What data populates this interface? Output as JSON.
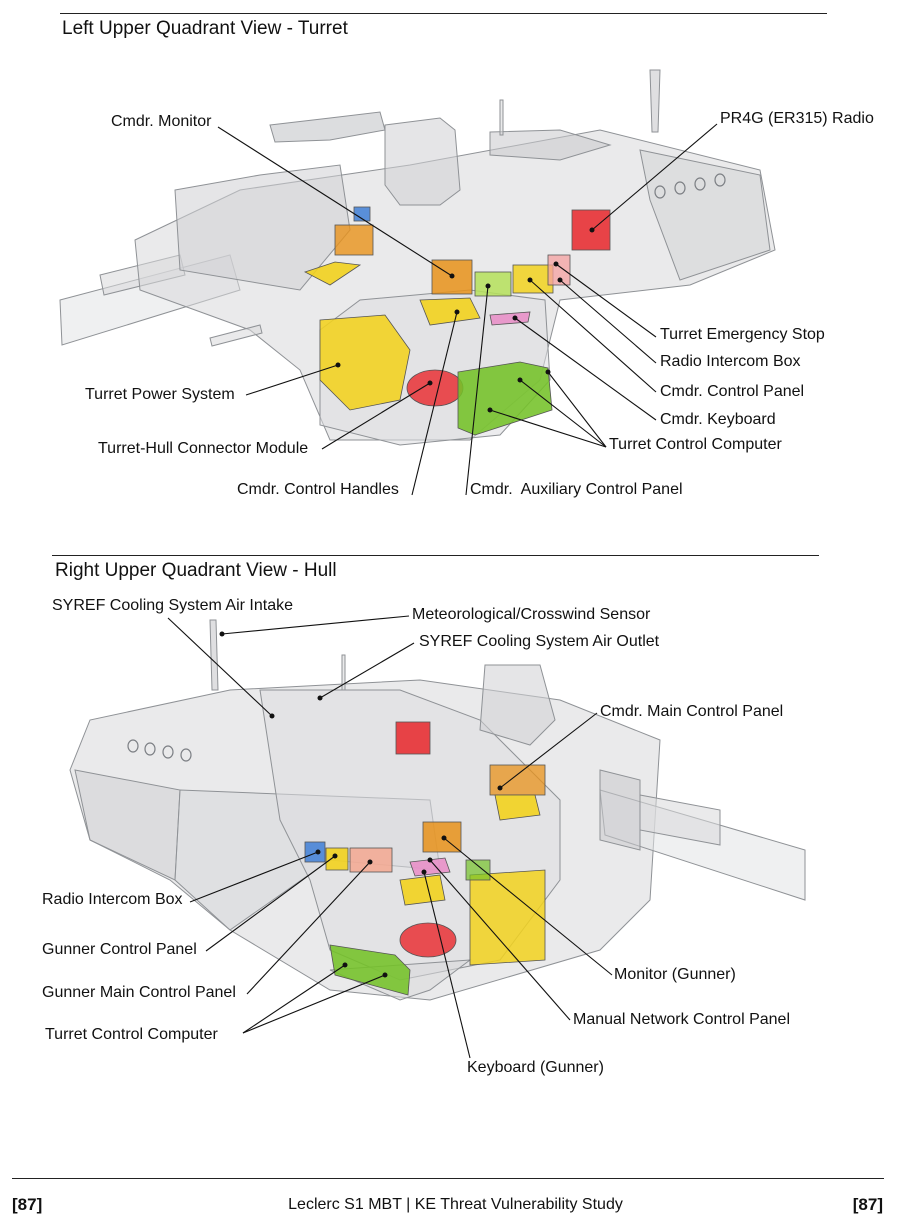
{
  "sections": [
    {
      "title": "Left Upper Quadrant View - Turret",
      "labels": {
        "cmdr_monitor": "Cmdr. Monitor",
        "pr4g_radio": "PR4G (ER315) Radio",
        "turret_emergency_stop": "Turret Emergency Stop",
        "radio_intercom_box": "Radio Intercom Box",
        "cmdr_control_panel": "Cmdr. Control Panel",
        "cmdr_keyboard": "Cmdr. Keyboard",
        "turret_control_computer": "Turret Control Computer",
        "turret_power_system": "Turret Power System",
        "turret_hull_connector": "Turret-Hull Connector Module",
        "cmdr_control_handles": "Cmdr. Control Handles",
        "cmdr_aux_panel": "Cmdr.  Auxiliary Control Panel"
      }
    },
    {
      "title": "Right Upper Quadrant View - Hull",
      "labels": {
        "syref_intake": "SYREF Cooling System Air Intake",
        "met_sensor": "Meteorological/Crosswind Sensor",
        "syref_outlet": "SYREF Cooling System Air Outlet",
        "cmdr_main_panel": "Cmdr. Main Control Panel",
        "radio_intercom_box": "Radio Intercom Box",
        "gunner_control_panel": "Gunner Control Panel",
        "gunner_main_panel": "Gunner Main Control Panel",
        "turret_control_computer": "Turret Control Computer",
        "monitor_gunner": "Monitor (Gunner)",
        "manual_network_panel": "Manual Network Control Panel",
        "keyboard_gunner": "Keyboard (Gunner)"
      }
    }
  ],
  "footer": {
    "page_left": "[87]",
    "center": "Leclerc S1 MBT | KE Threat Vulnerability Study",
    "page_right": "[87]"
  },
  "colors": {
    "red": "#e8262a",
    "orange": "#e8921a",
    "yellow": "#f2d21e",
    "green": "#74c228",
    "blue": "#3f7fd6",
    "pink": "#e890c8",
    "salmon": "#f4a890",
    "body": "#d9dadc"
  }
}
